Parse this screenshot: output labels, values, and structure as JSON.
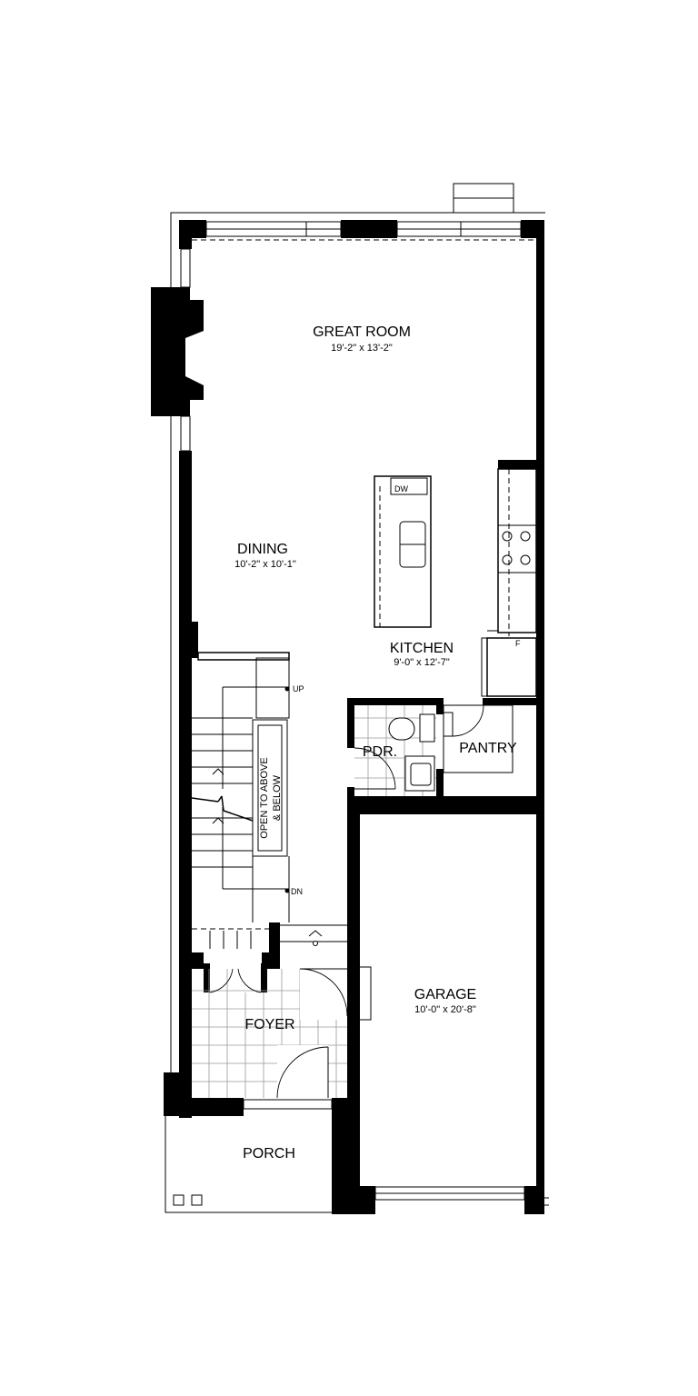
{
  "rooms": {
    "great_room": {
      "name": "GREAT ROOM",
      "dims": "19'-2\" x 13'-2\""
    },
    "dining": {
      "name": "DINING",
      "dims": "10'-2\" x 10'-1\""
    },
    "kitchen": {
      "name": "KITCHEN",
      "dims": "9'-0\" x 12'-7\""
    },
    "pdr": {
      "name": "PDR."
    },
    "pantry": {
      "name": "PANTRY"
    },
    "garage": {
      "name": "GARAGE",
      "dims": "10'-0\" x 20'-8\""
    },
    "foyer": {
      "name": "FOYER"
    },
    "porch": {
      "name": "PORCH"
    }
  },
  "stairs": {
    "up": "UP",
    "dn": "DN",
    "open_line1": "OPEN TO ABOVE",
    "open_line2": "& BELOW"
  },
  "fixtures": {
    "dishwasher": "DW",
    "fridge": "F"
  },
  "colors": {
    "wall": "#000000",
    "tile_grid": "#9a9a9a",
    "background": "#ffffff"
  }
}
